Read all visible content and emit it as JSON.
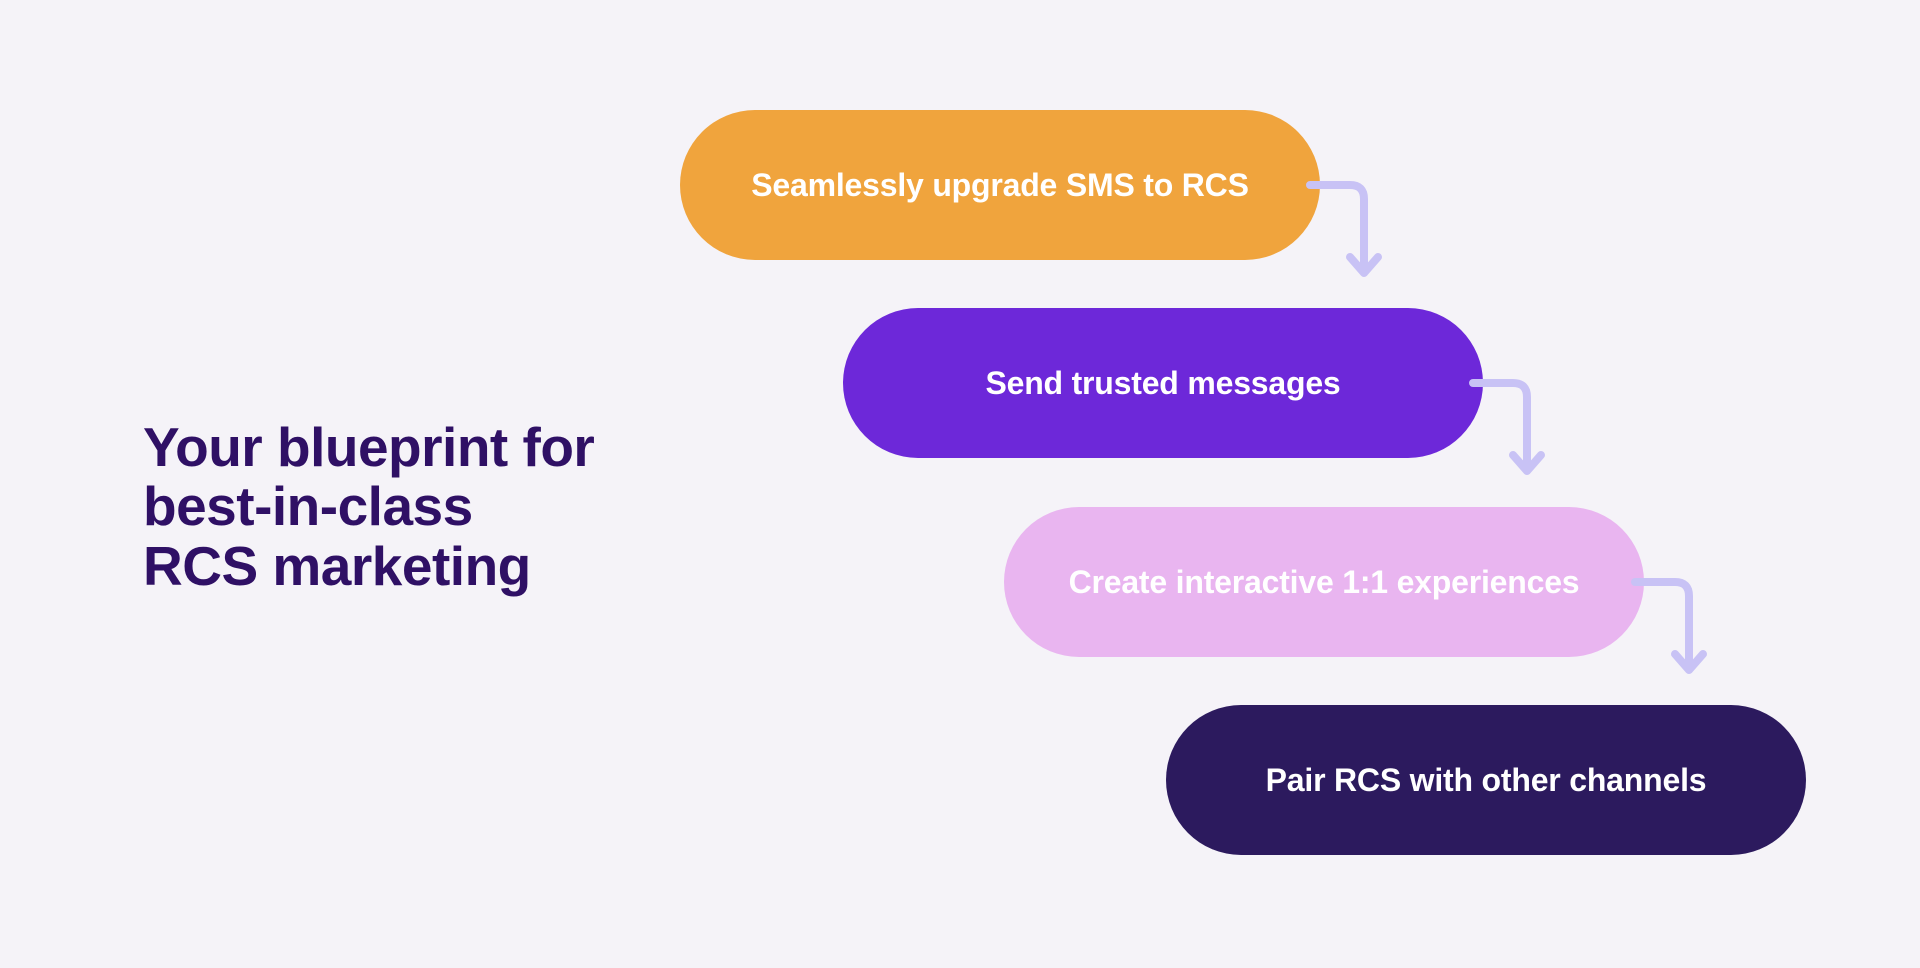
{
  "page": {
    "background": "#f5f3f8"
  },
  "title": {
    "text": "Your blueprint for\nbest-in-class\nRCS marketing",
    "color": "#2f1065"
  },
  "arrow_color": "#c8c2f5",
  "steps": [
    {
      "label": "Seamlessly upgrade SMS to RCS",
      "color": "#f0a43d",
      "text_color": "#ffffff"
    },
    {
      "label": "Send trusted messages",
      "color": "#6d28d9",
      "text_color": "#ffffff"
    },
    {
      "label": "Create interactive 1:1 experiences",
      "color": "#e9b5f0",
      "text_color": "#ffffff"
    },
    {
      "label": "Pair RCS with other channels",
      "color": "#2c1a5e",
      "text_color": "#ffffff"
    }
  ]
}
